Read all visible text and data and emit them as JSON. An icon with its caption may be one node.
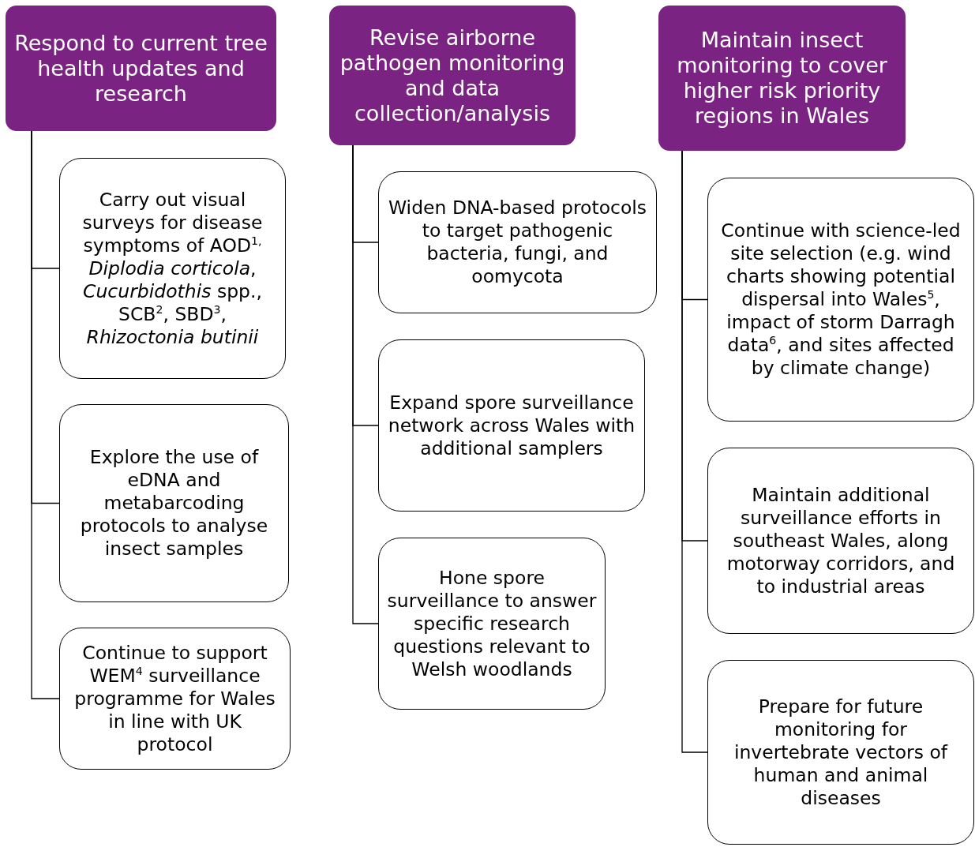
{
  "diagram": {
    "nodes": [
      {
        "text": [
          "Respond to current tree health updates and research"
        ]
      },
      {
        "text": [
          "Carry out visual surveys for disease symptoms of AOD$^{1,}$ *Diplodia corticola*, *Cucurbidothis* spp., SCB$^{2}$, SBD$^{3}$, *Rhizoctonia butinii*"
        ]
      },
      {
        "text": [
          "Explore the use of eDNA and metabarcoding protocols to analyse insect samples"
        ]
      },
      {
        "text": [
          "Continue to support WEM$^{4}$ surveillance programme for Wales in line with UK protocol"
        ]
      },
      {
        "text": [
          "Revise airborne pathogen monitoring and data collection/analysis"
        ]
      },
      {
        "text": [
          "Widen DNA-based protocols to target pathogenic bacteria, fungi, and oomycota"
        ]
      },
      {
        "text": [
          "Expand spore surveillance network across Wales with additional samplers"
        ]
      },
      {
        "text": [
          "Hone spore surveillance to answer specific research questions relevant to Welsh woodlands"
        ]
      },
      {
        "text": [
          "Maintain insect monitoring to cover higher risk priority regions in Wales"
        ]
      },
      {
        "text": [
          "Continue with science-led site selection (e.g. wind charts showing potential dispersal into Wales$^{5}$, impact of storm Darragh data$^{6}$, and sites affected by climate change)"
        ]
      },
      {
        "text": [
          "Maintain additional surveillance efforts in southeast Wales, along motorway corridors, and to industrial areas"
        ]
      },
      {
        "text": [
          "Prepare for future monitoring for invertebrate vectors of human and animal diseases"
        ]
      }
    ],
    "edges": [
      {
        "from": 0,
        "to": 1,
        "arrow": "none"
      },
      {
        "from": 0,
        "to": 2,
        "arrow": "none"
      },
      {
        "from": 0,
        "to": 3,
        "arrow": "none"
      },
      {
        "from": 4,
        "to": 5,
        "arrow": "none"
      },
      {
        "from": 4,
        "to": 6,
        "arrow": "none"
      },
      {
        "from": 4,
        "to": 7,
        "arrow": "none"
      },
      {
        "from": 8,
        "to": 9,
        "arrow": "none"
      },
      {
        "from": 8,
        "to": 10,
        "arrow": "none"
      },
      {
        "from": 8,
        "to": 11,
        "arrow": "none"
      }
    ]
  }
}
